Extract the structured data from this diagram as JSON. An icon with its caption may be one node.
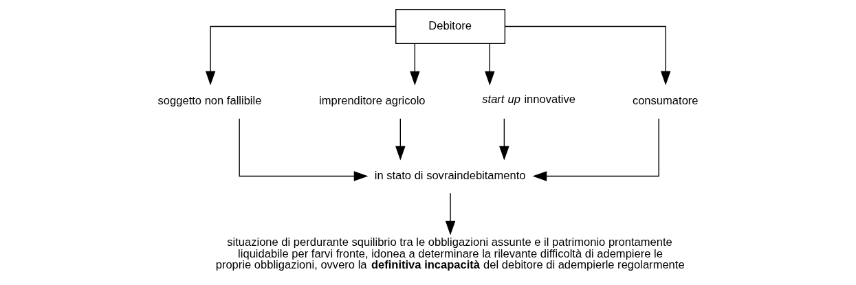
{
  "diagram": {
    "nodes": [
      {
        "text": [
          "Debitore"
        ]
      },
      {
        "text": [
          "soggetto non fallibile"
        ]
      },
      {
        "text": [
          "imprenditore agricolo"
        ]
      },
      {
        "text": [
          "*start up* innovative"
        ]
      },
      {
        "text": [
          "consumatore"
        ]
      },
      {
        "text": [
          "in stato di sovraindebitamento"
        ]
      },
      {
        "text": [
          "situazione di perdurante squilibrio tra le obbligazioni assunte e il patrimonio prontamente liquidabile per farvi fronte, idonea a determinare la rilevante difficoltà di adempiere le proprie obbligazioni, ovvero la **definitiva incapacità** del debitore di adempierle regolarmente"
        ]
      }
    ],
    "edges": [
      {
        "from": 0,
        "to": 1,
        "arrow": "to"
      },
      {
        "from": 0,
        "to": 2,
        "arrow": "to"
      },
      {
        "from": 0,
        "to": 3,
        "arrow": "to"
      },
      {
        "from": 0,
        "to": 4,
        "arrow": "to"
      },
      {
        "from": 1,
        "to": 5,
        "arrow": "to"
      },
      {
        "from": 2,
        "to": 5,
        "arrow": "to"
      },
      {
        "from": 3,
        "to": 5,
        "arrow": "to"
      },
      {
        "from": 4,
        "to": 5,
        "arrow": "to"
      },
      {
        "from": 5,
        "to": 6,
        "arrow": "to"
      }
    ]
  }
}
